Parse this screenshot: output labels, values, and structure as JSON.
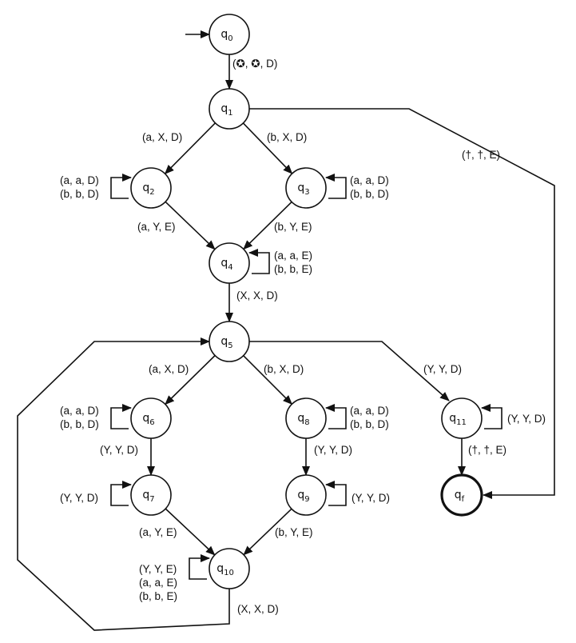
{
  "states": [
    {
      "id": "q0",
      "base": "q",
      "sub": "0"
    },
    {
      "id": "q1",
      "base": "q",
      "sub": "1"
    },
    {
      "id": "q2",
      "base": "q",
      "sub": "2"
    },
    {
      "id": "q3",
      "base": "q",
      "sub": "3"
    },
    {
      "id": "q4",
      "base": "q",
      "sub": "4"
    },
    {
      "id": "q5",
      "base": "q",
      "sub": "5"
    },
    {
      "id": "q6",
      "base": "q",
      "sub": "6"
    },
    {
      "id": "q7",
      "base": "q",
      "sub": "7"
    },
    {
      "id": "q8",
      "base": "q",
      "sub": "8"
    },
    {
      "id": "q9",
      "base": "q",
      "sub": "9"
    },
    {
      "id": "q10",
      "base": "q",
      "sub": "10"
    },
    {
      "id": "q11",
      "base": "q",
      "sub": "11"
    },
    {
      "id": "qf",
      "base": "q",
      "sub": "f",
      "final": true
    }
  ],
  "transitions": [
    {
      "id": "t-q0-q1",
      "from": "q0",
      "to": "q1",
      "labels": [
        "(✪, ✪, D)"
      ]
    },
    {
      "id": "t-q1-q2",
      "from": "q1",
      "to": "q2",
      "labels": [
        "(a, X, D)"
      ]
    },
    {
      "id": "t-q1-q3",
      "from": "q1",
      "to": "q3",
      "labels": [
        "(b, X, D)"
      ]
    },
    {
      "id": "t-q1-qf",
      "from": "q1",
      "to": "qf",
      "labels": [
        "(†, †, E)"
      ]
    },
    {
      "id": "t-q2-loop",
      "from": "q2",
      "to": "q2",
      "labels": [
        "(a, a, D)",
        "(b, b, D)"
      ]
    },
    {
      "id": "t-q3-loop",
      "from": "q3",
      "to": "q3",
      "labels": [
        "(a, a, D)",
        "(b, b, D)"
      ]
    },
    {
      "id": "t-q2-q4",
      "from": "q2",
      "to": "q4",
      "labels": [
        "(a, Y, E)"
      ]
    },
    {
      "id": "t-q3-q4",
      "from": "q3",
      "to": "q4",
      "labels": [
        "(b, Y, E)"
      ]
    },
    {
      "id": "t-q4-loop",
      "from": "q4",
      "to": "q4",
      "labels": [
        "(a, a, E)",
        "(b, b, E)"
      ]
    },
    {
      "id": "t-q4-q5",
      "from": "q4",
      "to": "q5",
      "labels": [
        "(X, X, D)"
      ]
    },
    {
      "id": "t-q5-q6",
      "from": "q5",
      "to": "q6",
      "labels": [
        "(a, X, D)"
      ]
    },
    {
      "id": "t-q5-q8",
      "from": "q5",
      "to": "q8",
      "labels": [
        "(b, X, D)"
      ]
    },
    {
      "id": "t-q5-q11",
      "from": "q5",
      "to": "q11",
      "labels": [
        "(Y, Y, D)"
      ]
    },
    {
      "id": "t-q6-loop",
      "from": "q6",
      "to": "q6",
      "labels": [
        "(a, a, D)",
        "(b, b, D)"
      ]
    },
    {
      "id": "t-q8-loop",
      "from": "q8",
      "to": "q8",
      "labels": [
        "(a, a, D)",
        "(b, b, D)"
      ]
    },
    {
      "id": "t-q11-loop",
      "from": "q11",
      "to": "q11",
      "labels": [
        "(Y, Y, D)"
      ]
    },
    {
      "id": "t-q6-q7",
      "from": "q6",
      "to": "q7",
      "labels": [
        "(Y, Y, D)"
      ]
    },
    {
      "id": "t-q8-q9",
      "from": "q8",
      "to": "q9",
      "labels": [
        "(Y, Y, D)"
      ]
    },
    {
      "id": "t-q11-qf",
      "from": "q11",
      "to": "qf",
      "labels": [
        "(†, †, E)"
      ]
    },
    {
      "id": "t-q7-loop",
      "from": "q7",
      "to": "q7",
      "labels": [
        "(Y, Y, D)"
      ]
    },
    {
      "id": "t-q9-loop",
      "from": "q9",
      "to": "q9",
      "labels": [
        "(Y, Y, D)"
      ]
    },
    {
      "id": "t-q7-q10",
      "from": "q7",
      "to": "q10",
      "labels": [
        "(a, Y, E)"
      ]
    },
    {
      "id": "t-q9-q10",
      "from": "q9",
      "to": "q10",
      "labels": [
        "(b, Y, E)"
      ]
    },
    {
      "id": "t-q10-loop",
      "from": "q10",
      "to": "q10",
      "labels": [
        "(Y, Y, E)",
        "(a, a, E)",
        "(b, b, E)"
      ]
    },
    {
      "id": "t-q10-q5",
      "from": "q10",
      "to": "q5",
      "labels": [
        "(X, X, D)"
      ]
    }
  ]
}
